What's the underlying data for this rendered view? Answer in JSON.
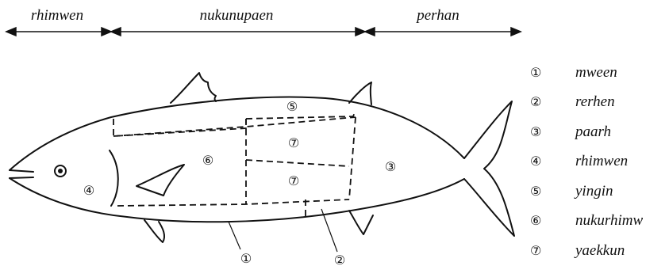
{
  "regions": {
    "head": "rhimwen",
    "middle": "nukunupaen",
    "tail": "perhan"
  },
  "part_numbers": {
    "p1": "①",
    "p2": "②",
    "p3": "③",
    "p4": "④",
    "p5": "⑤",
    "p6": "⑥",
    "p7a": "⑦",
    "p7b": "⑦"
  },
  "legend": [
    {
      "num": "①",
      "name": "mween"
    },
    {
      "num": "②",
      "name": "rerhen"
    },
    {
      "num": "③",
      "name": "paarh"
    },
    {
      "num": "④",
      "name": "rhimwen"
    },
    {
      "num": "⑤",
      "name": "yingin"
    },
    {
      "num": "⑥",
      "name": "nukurhimw"
    },
    {
      "num": "⑦",
      "name": "yaekkun"
    }
  ]
}
